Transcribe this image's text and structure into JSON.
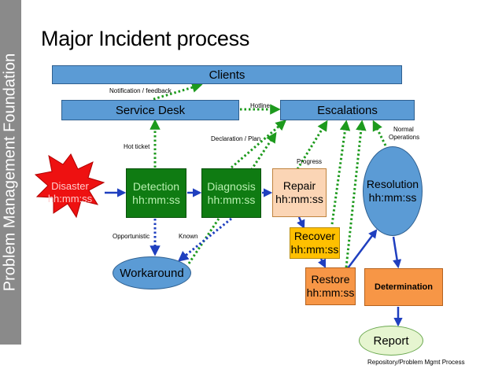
{
  "sidebar": {
    "text": "Problem Management Foundation"
  },
  "title": "Major Incident process",
  "nodes": {
    "clients": "Clients",
    "service_desk": "Service Desk",
    "escalations": "Escalations",
    "disaster": {
      "line1": "Disaster",
      "line2": "hh:mm:ss"
    },
    "detection": {
      "line1": "Detection",
      "line2": "hh:mm:ss"
    },
    "diagnosis": {
      "line1": "Diagnosis",
      "line2": "hh:mm:ss"
    },
    "repair": {
      "line1": "Repair",
      "line2": "hh:mm:ss"
    },
    "resolution": {
      "line1": "Resolution",
      "line2": "hh:mm:ss"
    },
    "recover": {
      "line1": "Recover",
      "line2": "hh:mm:ss"
    },
    "workaround": "Workaround",
    "restore": {
      "line1": "Restore",
      "line2": "hh:mm:ss"
    },
    "determination": "Determination",
    "report": "Report"
  },
  "labels": {
    "notification": "Notification / feedback",
    "hotline": "Hotline",
    "hot_ticket": "Hot ticket",
    "declaration": "Declaration / Plan",
    "normal_ops_1": "Normal",
    "normal_ops_2": "Operations",
    "progress": "Progress",
    "opportunistic": "Opportunistic",
    "known": "Known",
    "repository": "Repository/Problem Mgmt Process"
  },
  "colors": {
    "blue_bar": "#5b9bd5",
    "green_box": "#0f7b12",
    "dotted_green": "#1d9a1d",
    "arrow_blue": "#1f3fbf",
    "disaster_red": "#ee1111",
    "repair_peach": "#fbd5b5",
    "recover_yellow": "#ffc000",
    "orange": "#f79646",
    "report_green": "#e6f5d0"
  }
}
